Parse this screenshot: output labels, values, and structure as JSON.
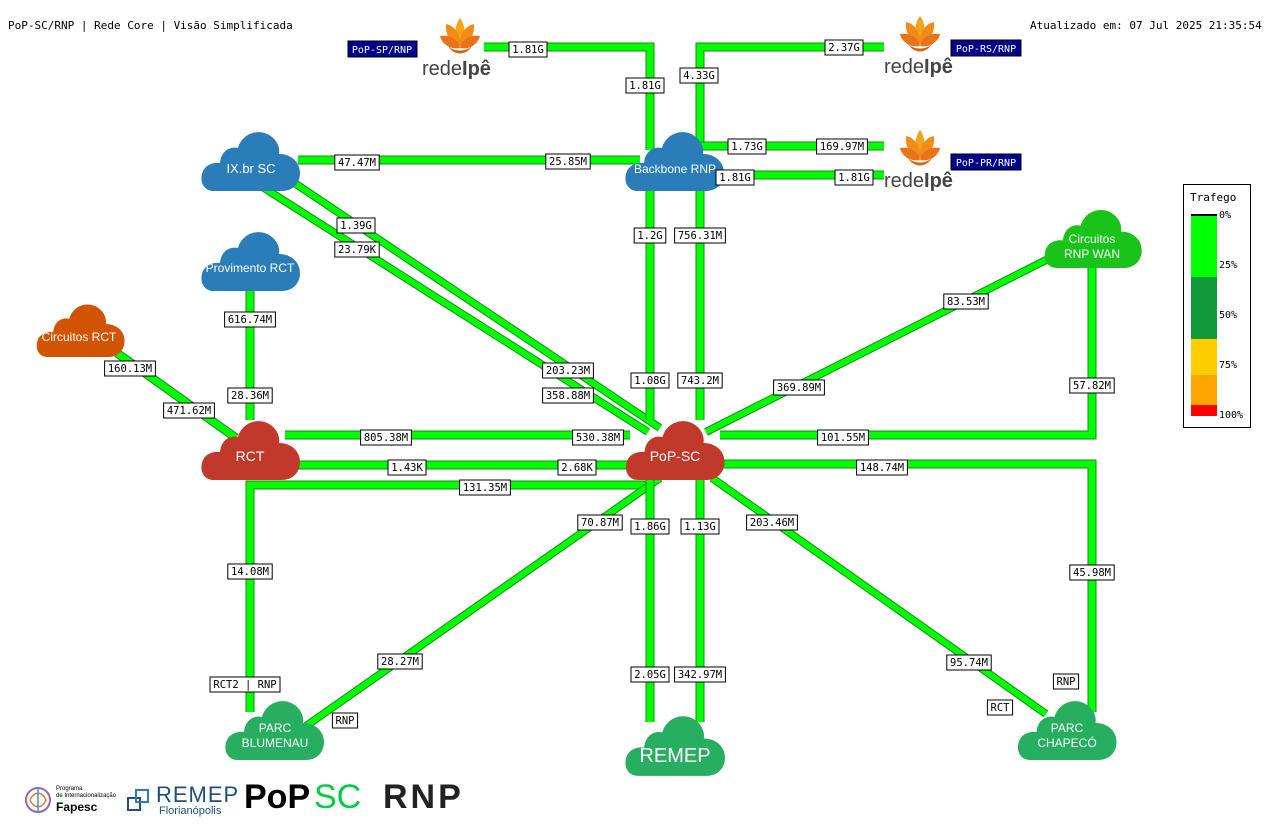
{
  "header": {
    "title": "PoP-SC/RNP | Rede Core | Visão Simplificada",
    "updated": "Atualizado em: 07 Jul 2025 21:35:54"
  },
  "colors": {
    "link": "#00ff00",
    "link_border": "#1a8a1a",
    "cloud_blue": "#2a7db8",
    "cloud_red": "#c0392b",
    "cloud_orange": "#d35400",
    "cloud_green": "#27ae60",
    "cloud_bright_green": "#19c319",
    "pop_badge": "#00008b"
  },
  "nodes": {
    "ixbr": "IX.br SC",
    "backbone": "Backbone RNP",
    "provimento": "Provimento RCT",
    "circuitos_rct": "Circuitos RCT",
    "rct": "RCT",
    "popsc": "PoP-SC",
    "circuitos_rnp_1": "Circuitos",
    "circuitos_rnp_2": "RNP WAN",
    "parc_blumenau_1": "PARC",
    "parc_blumenau_2": "BLUMENAU",
    "remep": "REMEP",
    "parc_chapeco_1": "PARC",
    "parc_chapeco_2": "CHAPECÓ",
    "pop_sp": "PoP-SP/RNP",
    "pop_rs": "PoP-RS/RNP",
    "pop_pr": "PoP-PR/RNP",
    "redeipe_a": "rede",
    "redeipe_b": "Ipê"
  },
  "links": {
    "sp_a": "1.81G",
    "sp_b": "1.81G",
    "rs_a": "2.37G",
    "rs_b": "4.33G",
    "pr1_a": "1.73G",
    "pr1_b": "169.97M",
    "pr2_a": "1.81G",
    "pr2_b": "1.81G",
    "ix_bb_a": "47.47M",
    "ix_bb_b": "25.85M",
    "ix_pop1_a": "1.39G",
    "ix_pop1_b": "203.23M",
    "ix_pop2_a": "23.79K",
    "ix_pop2_b": "358.88M",
    "bb_pop1_a": "1.2G",
    "bb_pop1_b": "1.08G",
    "bb_pop2_a": "756.31M",
    "bb_pop2_b": "743.2M",
    "prov_rct_a": "616.74M",
    "prov_rct_b": "28.36M",
    "crct_rct_a": "160.13M",
    "crct_rct_b": "471.62M",
    "rct_pop1_a": "805.38M",
    "rct_pop1_b": "530.38M",
    "rct_pop2_a": "1.43K",
    "rct_pop2_b": "2.68K",
    "pop_cw_a": "369.89M",
    "pop_cw_b": "83.53M",
    "pop_cw2_a": "101.55M",
    "pop_cw2_b": "57.82M",
    "pop_chap_a": "148.74M",
    "pop_chap_b": "45.98M",
    "pop_blu_rct": "131.35M",
    "rct_blu": "14.08M",
    "pop_blu_a": "70.87M",
    "pop_blu_b": "28.27M",
    "pop_rem1_a": "1.86G",
    "pop_rem1_b": "2.05G",
    "pop_rem2_a": "1.13G",
    "pop_rem2_b": "342.97M",
    "pop_chap2_a": "203.46M",
    "pop_chap2_b": "95.74M",
    "tag_rct2_rnp": "RCT2 | RNP",
    "tag_blu_rnp": "RNP",
    "tag_chap_rct": "RCT",
    "tag_chap_rnp": "RNP"
  },
  "legend": {
    "title": "Trafego",
    "ticks": [
      "0%",
      "25%",
      "50%",
      "75%",
      "100%"
    ]
  },
  "footer": {
    "fapesc_1": "Programa",
    "fapesc_2": "de Internacionalização",
    "fapesc_3": "Fapesc",
    "remep_1": "REMEP",
    "remep_2": "Florianópolis",
    "popsc_a": "PoP",
    "popsc_b": "SC",
    "rnp": "RNP"
  }
}
